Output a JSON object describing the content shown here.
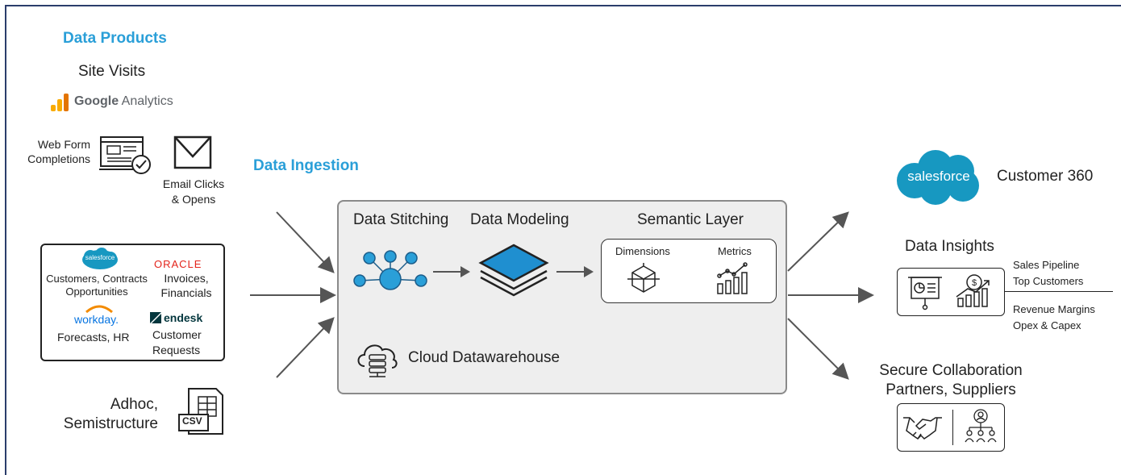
{
  "sections": {
    "data_products": "Data Products",
    "data_ingestion": "Data Ingestion"
  },
  "sources": {
    "site_visits": "Site Visits",
    "google_analytics": {
      "bold": "Google",
      "light": "Analytics"
    },
    "web_form": [
      "Web Form",
      "Completions"
    ],
    "email": [
      "Email Clicks",
      "& Opens"
    ],
    "apps": {
      "salesforce_logo": "salesforce",
      "salesforce_label": [
        "Customers, Contracts",
        "Opportunities"
      ],
      "oracle_logo": "ORACLE",
      "oracle_label": [
        "Invoices,",
        "Financials"
      ],
      "workday_logo": "workday.",
      "workday_label": "Forecasts, HR",
      "zendesk_logo": "endesk",
      "zendesk_label": [
        "Customer",
        "Requests"
      ]
    },
    "adhoc": [
      "Adhoc,",
      "Semistructure"
    ],
    "csv": "CSV"
  },
  "warehouse": {
    "stitching": "Data Stitching",
    "modeling": "Data Modeling",
    "semantic": "Semantic Layer",
    "dimensions": "Dimensions",
    "metrics": "Metrics",
    "cloud": "Cloud Datawarehouse"
  },
  "outputs": {
    "salesforce_logo": "salesforce",
    "customer360": "Customer 360",
    "insights_title": "Data Insights",
    "insights_items": [
      "Sales Pipeline",
      "Top Customers",
      "Revenue Margins",
      "Opex & Capex"
    ],
    "collab": [
      "Secure Collaboration",
      "Partners, Suppliers"
    ]
  },
  "colors": {
    "accent": "#2a9fd8",
    "node": "#2a9fd8",
    "layers": "#1f8fd0",
    "salesforce": "#1798c1",
    "oracle": "#e3241b",
    "warehouse_bg": "#eeeeee",
    "frame": "#2b3d6b"
  }
}
